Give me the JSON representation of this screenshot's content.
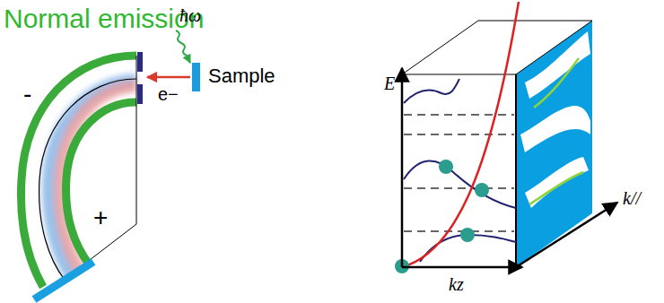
{
  "diagram": {
    "title": "Normal emission",
    "labels": [
      "ħω",
      "e−",
      "Sample",
      "-",
      "+",
      "E",
      "kz",
      "k//"
    ]
  }
}
